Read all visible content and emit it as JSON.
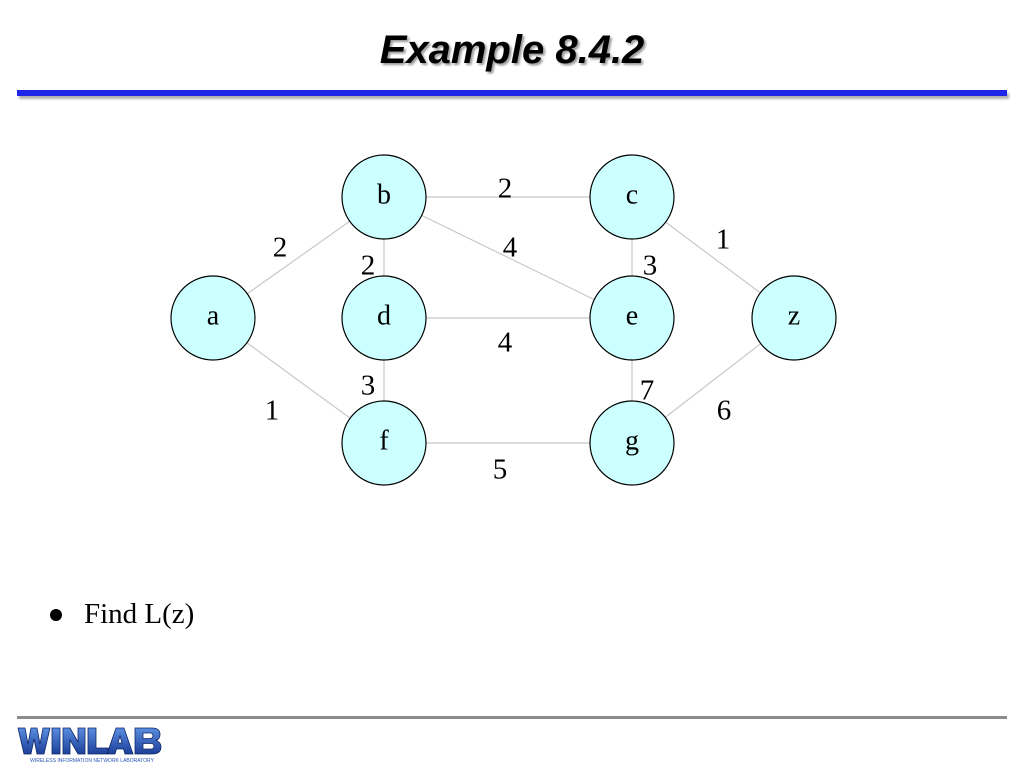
{
  "slide": {
    "title": "Example 8.4.2",
    "bullet": "Find L(z)"
  },
  "logo": {
    "text": "WINLAB",
    "tagline": "WIRELESS INFORMATION NETWORK LABORATORY"
  },
  "colors": {
    "accent_rule": "#1f25e6",
    "node_fill": "#ccffff",
    "edge": "#c8c8c8",
    "logo_blue": "#2a56b8"
  },
  "graph": {
    "nodes": [
      {
        "id": "a",
        "label": "a"
      },
      {
        "id": "b",
        "label": "b"
      },
      {
        "id": "c",
        "label": "c"
      },
      {
        "id": "d",
        "label": "d"
      },
      {
        "id": "e",
        "label": "e"
      },
      {
        "id": "z",
        "label": "z"
      },
      {
        "id": "f",
        "label": "f"
      },
      {
        "id": "g",
        "label": "g"
      }
    ],
    "edges": [
      {
        "from": "a",
        "to": "b",
        "weight": "2"
      },
      {
        "from": "a",
        "to": "f",
        "weight": "1"
      },
      {
        "from": "b",
        "to": "c",
        "weight": "2"
      },
      {
        "from": "b",
        "to": "d",
        "weight": "2"
      },
      {
        "from": "b",
        "to": "e",
        "weight": "4"
      },
      {
        "from": "c",
        "to": "e",
        "weight": "3"
      },
      {
        "from": "c",
        "to": "z",
        "weight": "1"
      },
      {
        "from": "d",
        "to": "e",
        "weight": "4"
      },
      {
        "from": "d",
        "to": "f",
        "weight": "3"
      },
      {
        "from": "e",
        "to": "g",
        "weight": "7"
      },
      {
        "from": "g",
        "to": "z",
        "weight": "6"
      },
      {
        "from": "f",
        "to": "g",
        "weight": "5"
      }
    ]
  }
}
